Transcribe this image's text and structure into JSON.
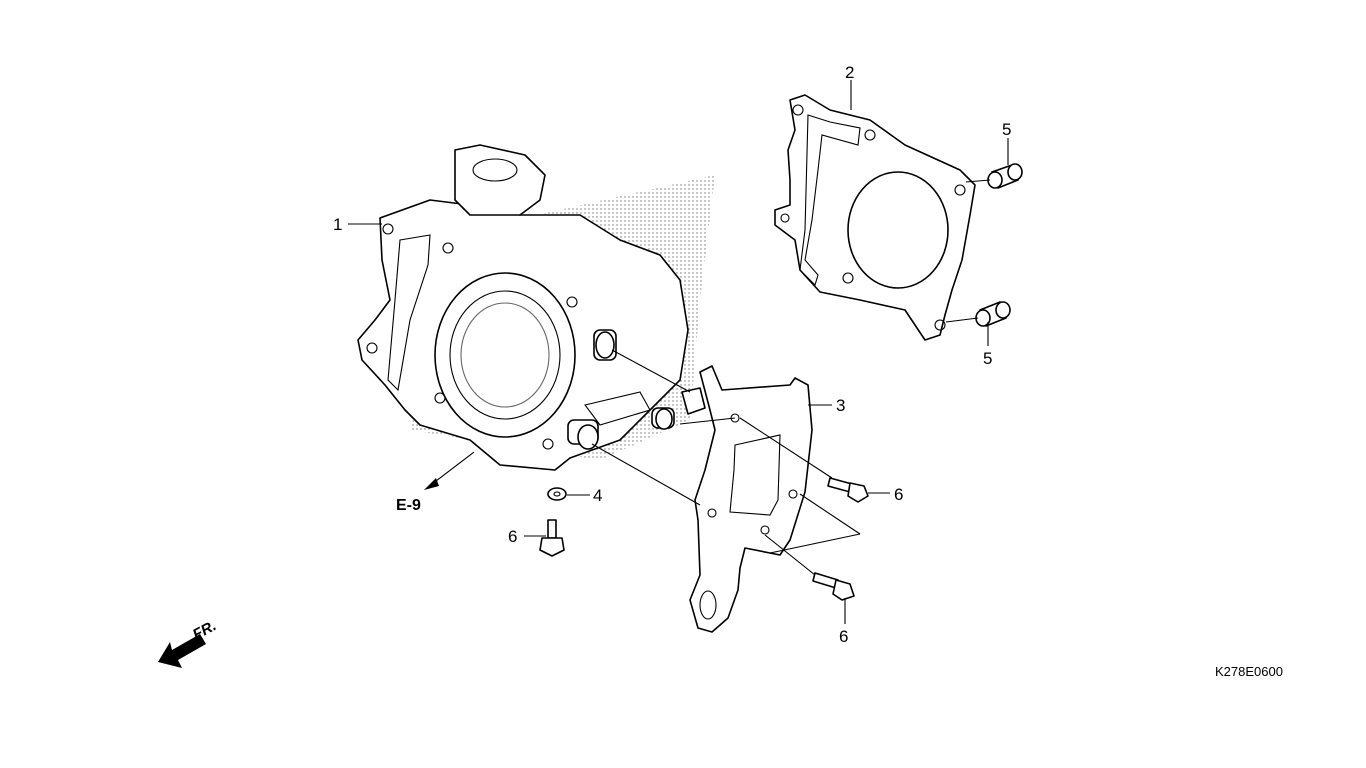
{
  "callouts": {
    "cylinder": "1",
    "gasket": "2",
    "bracket": "3",
    "washer": "4",
    "dowel_top": "5",
    "dowel_bottom": "5",
    "bolt_right_top": "6",
    "bolt_right_bottom": "6",
    "bolt_left": "6"
  },
  "reference": "E-9",
  "front_indicator": "FR.",
  "figure_code": "K278E0600",
  "colors": {
    "line": "#000000",
    "background": "#ffffff",
    "shade": "#000000"
  }
}
